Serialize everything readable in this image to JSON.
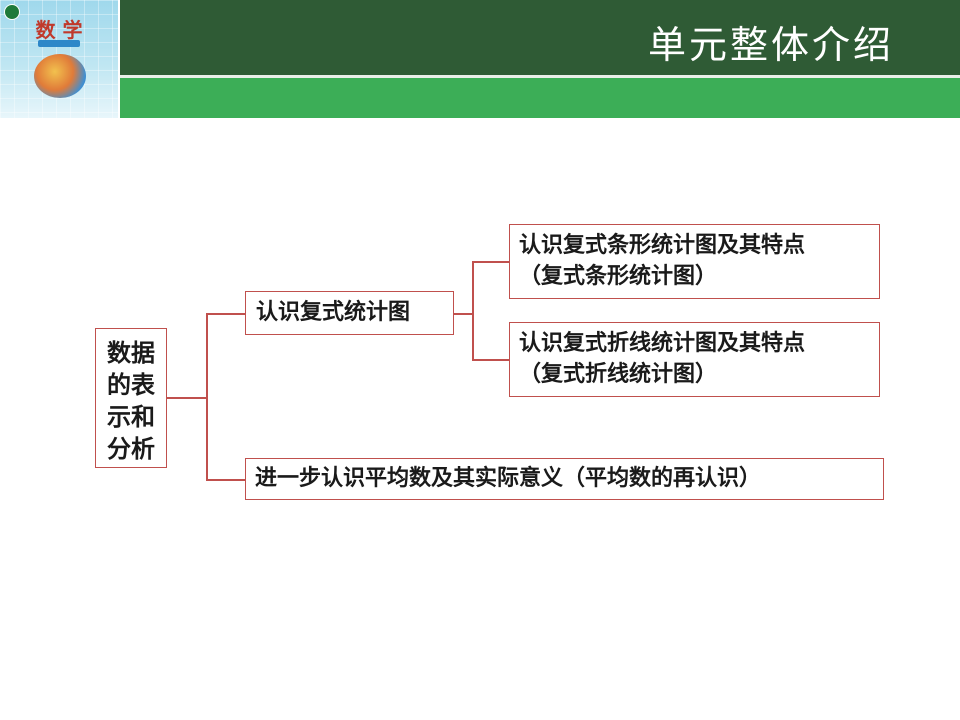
{
  "header": {
    "title": "单元整体介绍"
  },
  "cover": {
    "book_name": "数 学"
  },
  "diagram": {
    "root": "数据的表示和分析",
    "branch_1": {
      "label": "认识复式统计图",
      "children": [
        {
          "line1": "认识复式条形统计图及其特点",
          "line2": "（复式条形统计图）"
        },
        {
          "line1": "认识复式折线统计图及其特点",
          "line2": "（复式折线统计图）"
        }
      ]
    },
    "branch_2": {
      "label": "进一步认识平均数及其实际意义（平均数的再认识）"
    }
  },
  "colors": {
    "header_dark": "#2f5b35",
    "header_light": "#3cae57",
    "box_border": "#c0504d"
  }
}
